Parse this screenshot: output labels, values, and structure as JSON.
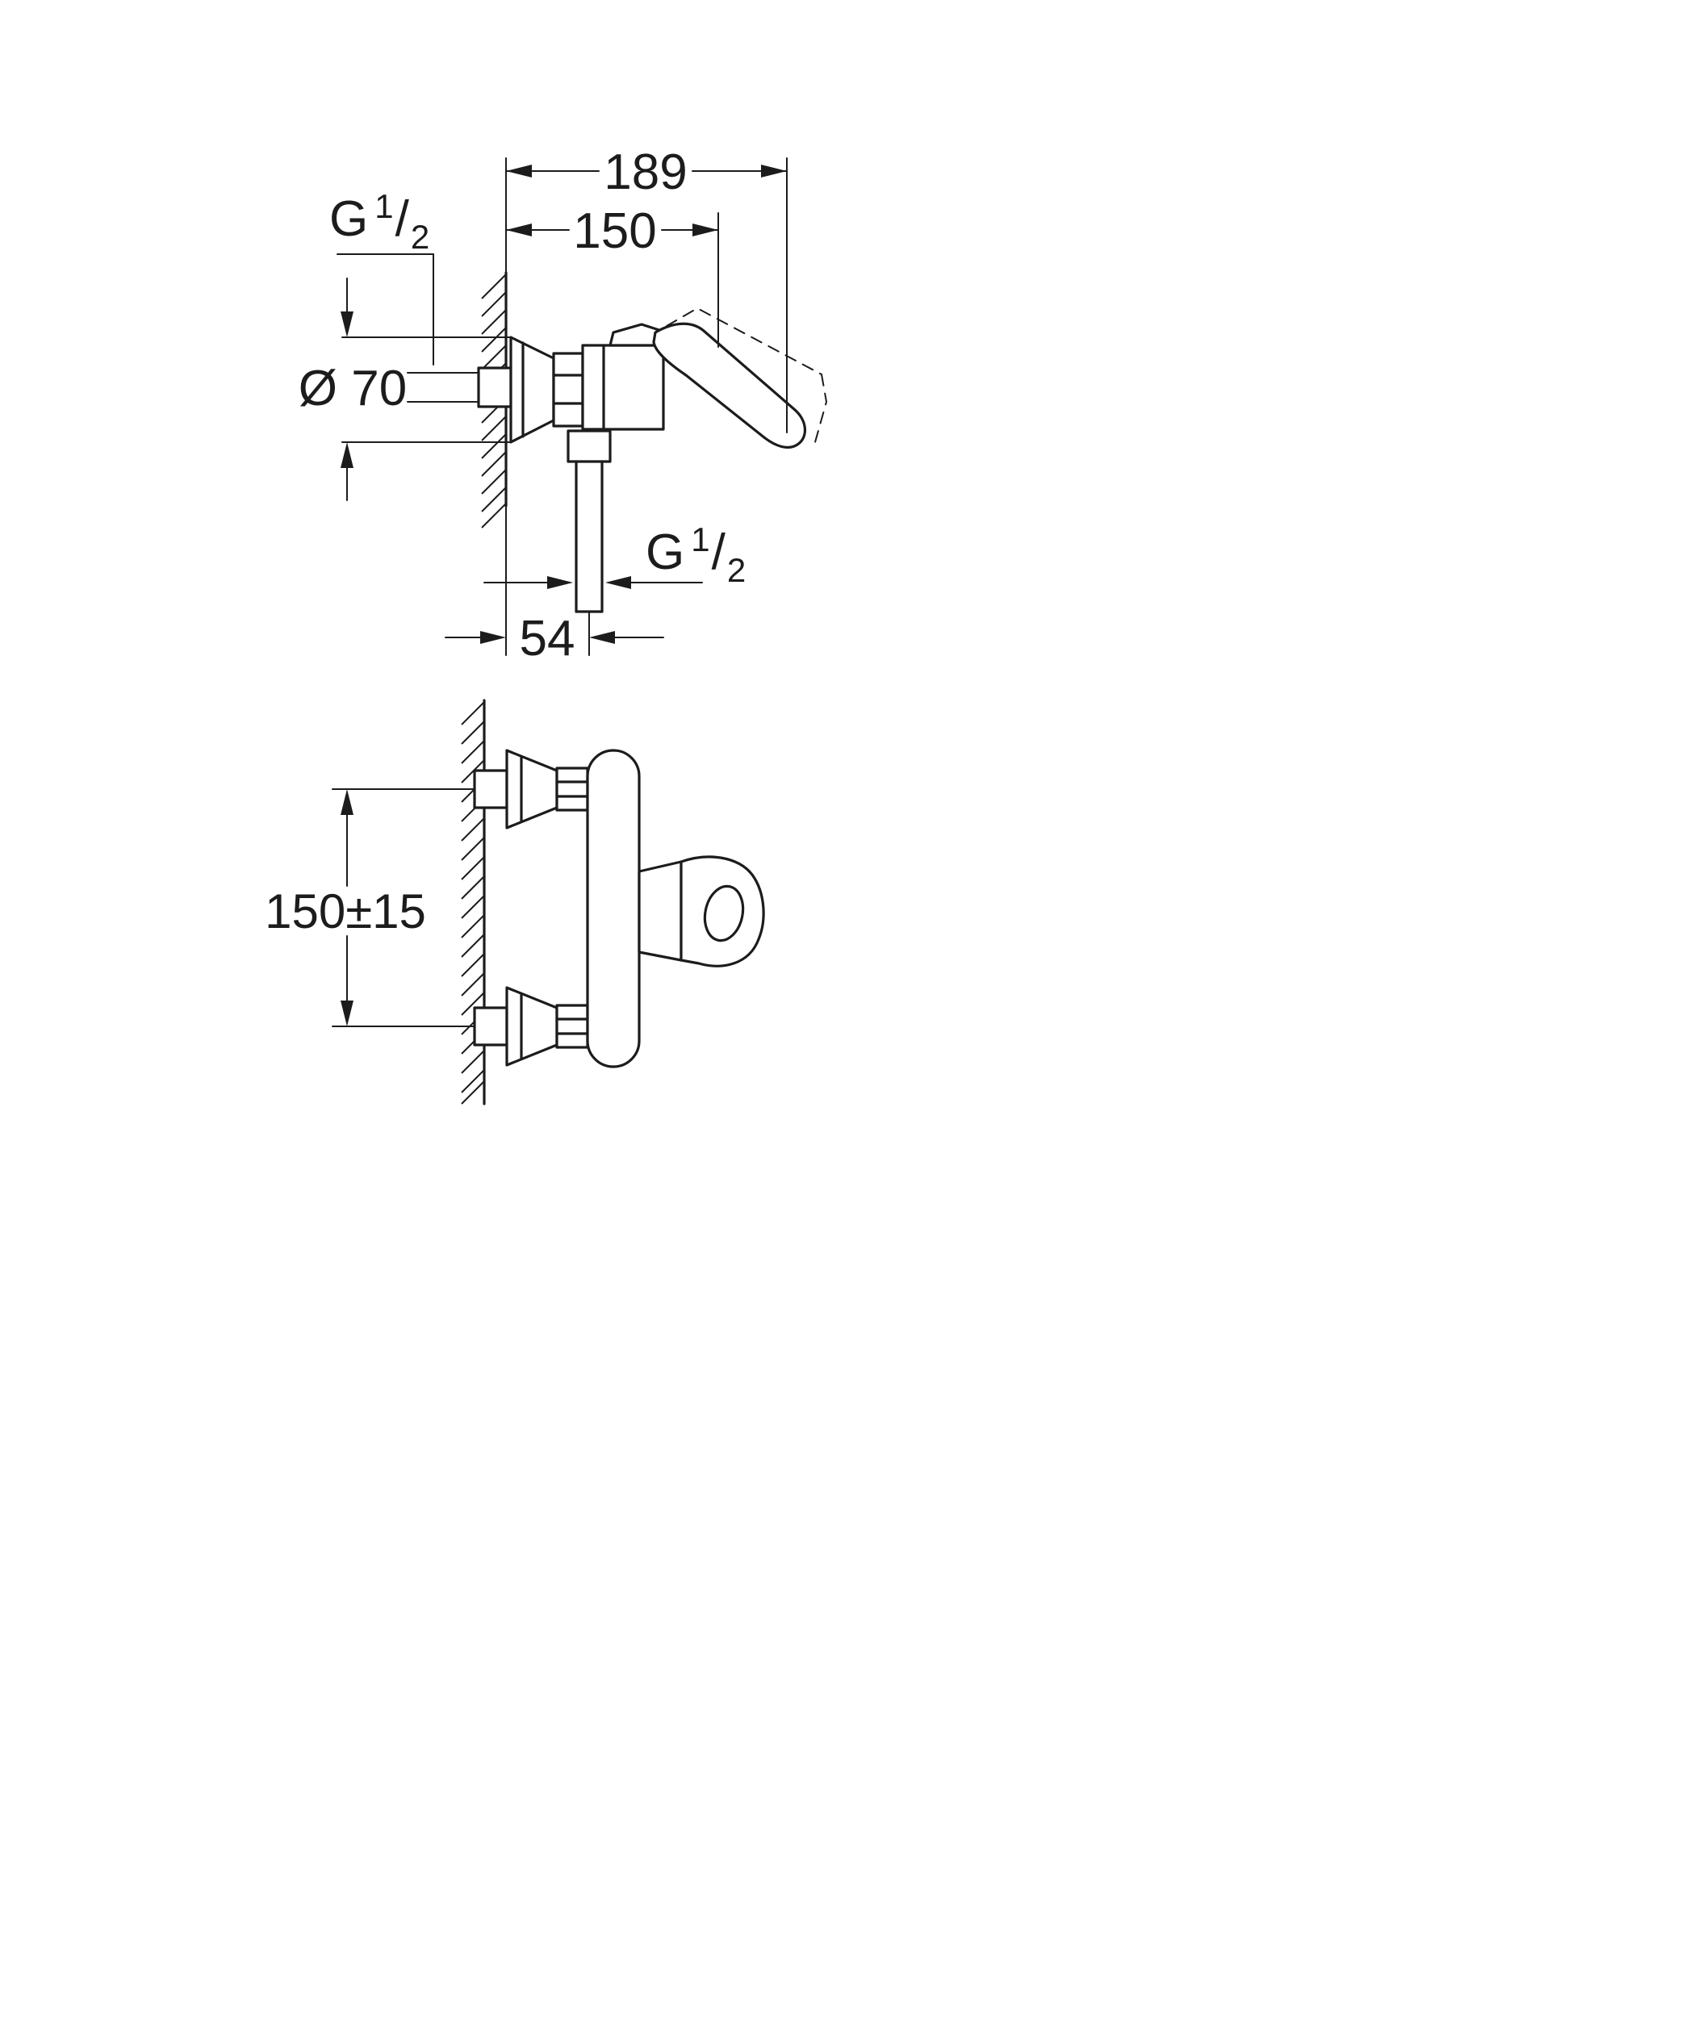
{
  "theme": {
    "line_color": "#1c1c1c",
    "background_color": "#ffffff"
  },
  "labels": {
    "total_depth": "189",
    "projection": "150",
    "escutcheon_diameter": "Ø 70",
    "outlet_offset": "54",
    "center_distance": "150±15"
  },
  "thread_size": {
    "letter": "G",
    "numerator": "1",
    "slash": "/",
    "denominator": "2"
  }
}
